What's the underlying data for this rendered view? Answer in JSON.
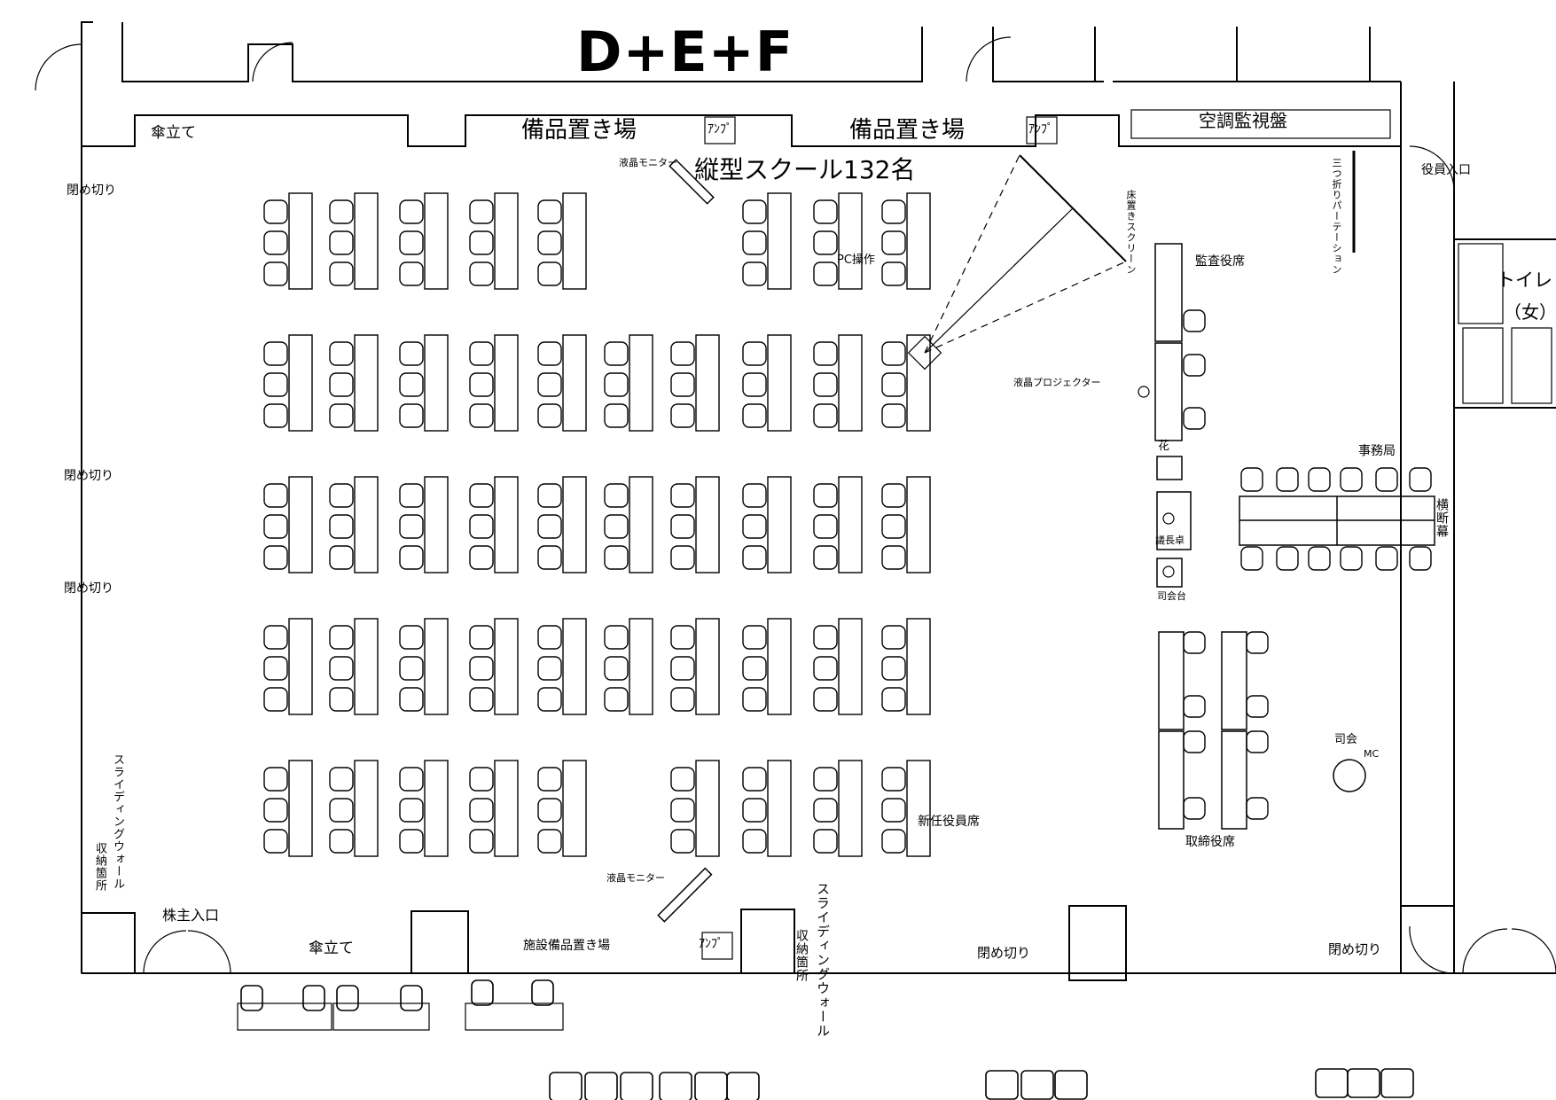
{
  "title": "D+E+F",
  "layout_caption": "縦型スクール132名",
  "labels": {
    "storage_left": "備品置き場",
    "storage_right": "備品置き場",
    "amp_left": "ｱﾝﾌﾟ",
    "amp_right": "ｱﾝﾌﾟ",
    "amp_bottom": "ｱﾝﾌﾟ",
    "hvac_panel": "空調監視盤",
    "umbrella_top": "傘立て",
    "umbrella_bottom": "傘立て",
    "closed_1": "閉め切り",
    "closed_2": "閉め切り",
    "closed_3": "閉め切り",
    "closed_bottom_1": "閉め切り",
    "closed_bottom_2": "閉め切り",
    "lcd_monitor_top": "液晶モニター",
    "lcd_monitor_bottom": "液晶モニター",
    "pc_operation": "PC操作",
    "floor_screen": "床置きスクリーン",
    "lcd_projector": "液晶プロジェクター",
    "auditor_seats": "監査役席",
    "partition": "三つ折りパーテーション",
    "exec_entrance": "役員入口",
    "toilet": "トイレ",
    "toilet_female": "（女）",
    "secretariat": "事務局",
    "banner": "横断幕",
    "flower": "花",
    "podium": "議長卓",
    "mc_stand": "司会台",
    "mc_role": "司会",
    "mc": "MC",
    "directors_seats": "取締役席",
    "new_officers": "新任役員席",
    "shareholder_entrance": "株主入口",
    "sliding_wall_left": "スライディングウォール",
    "sliding_storage_left": "収納箇所",
    "sliding_wall_bottom": "スライディングウォール",
    "sliding_storage_bottom": "収納箇所",
    "facility_storage": "施設備品置き場"
  }
}
